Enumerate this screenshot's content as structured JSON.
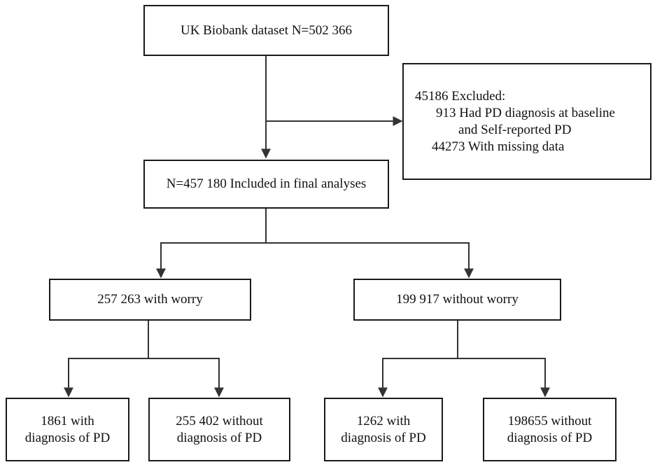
{
  "flowchart": {
    "dataset": "UK Biobank dataset N=502 366",
    "excluded": {
      "title": "45186 Excluded:",
      "reason_1_line_1": "913 Had PD diagnosis at baseline",
      "reason_1_line_2": "and Self-reported PD",
      "reason_2": "44273 With missing data"
    },
    "included": "N=457 180 Included in final analyses",
    "with_worry": "257 263 with worry",
    "without_worry": "199 917 without worry",
    "outcomes": [
      {
        "line_1": "1861 with",
        "line_2": "diagnosis of PD"
      },
      {
        "line_1": "255 402 without",
        "line_2": "diagnosis of PD"
      },
      {
        "line_1": "1262 with",
        "line_2": "diagnosis of PD"
      },
      {
        "line_1": "198655 without",
        "line_2": "diagnosis of PD"
      }
    ]
  }
}
